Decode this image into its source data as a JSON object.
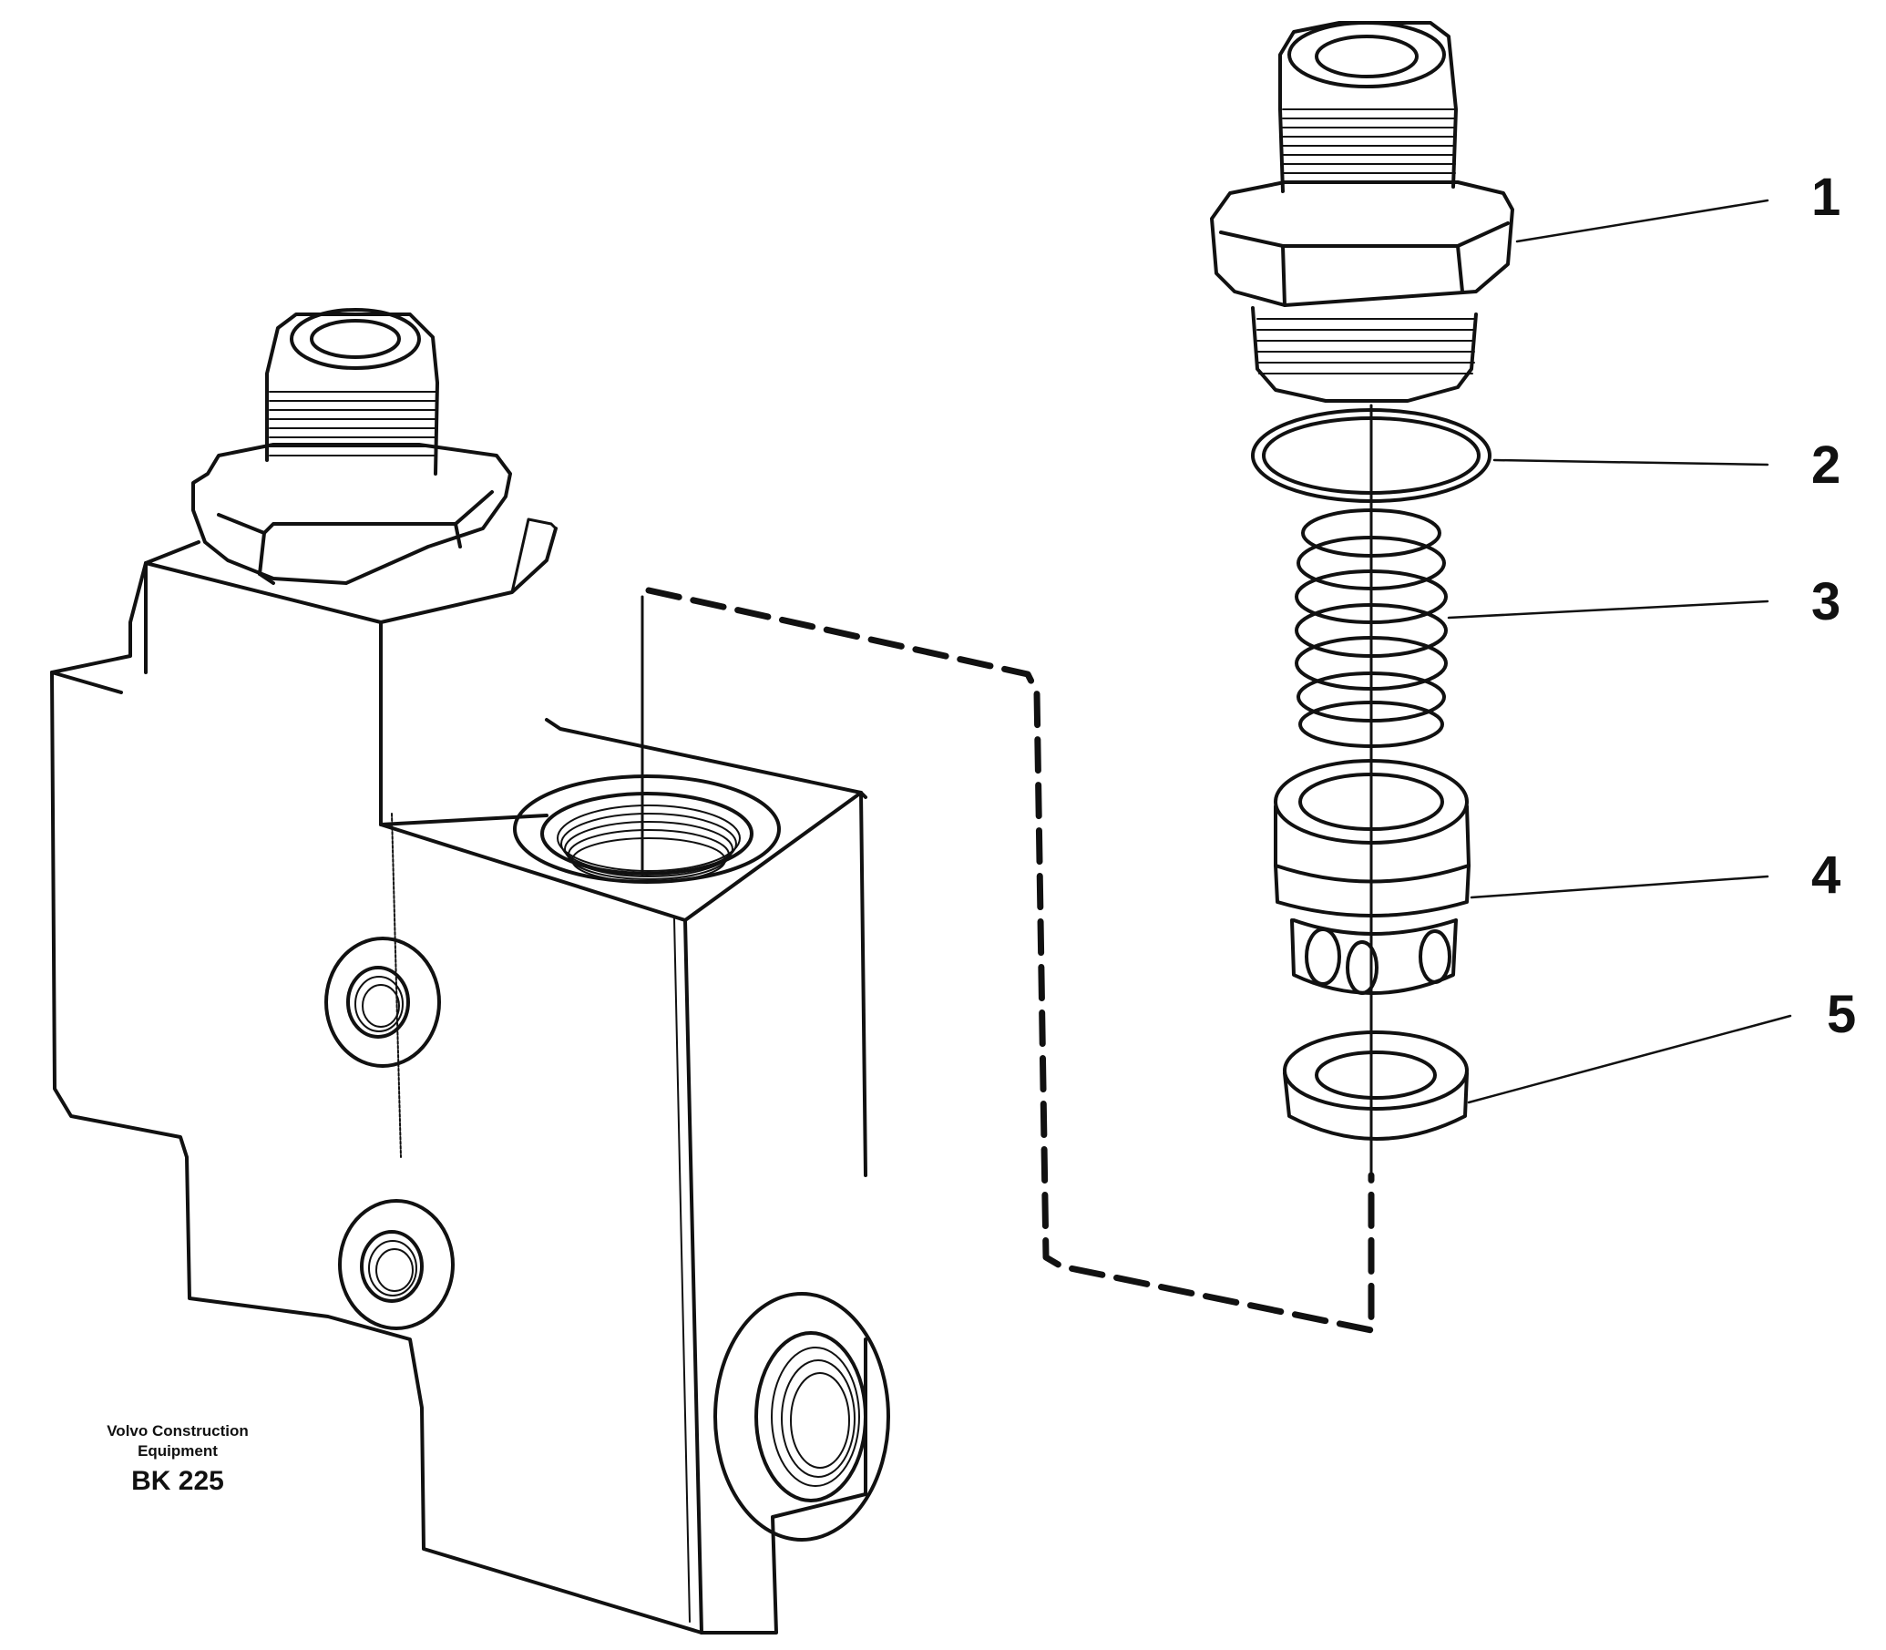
{
  "diagram": {
    "callouts": [
      {
        "id": "callout-1",
        "label": "1"
      },
      {
        "id": "callout-2",
        "label": "2"
      },
      {
        "id": "callout-3",
        "label": "3"
      },
      {
        "id": "callout-4",
        "label": "4"
      },
      {
        "id": "callout-5",
        "label": "5"
      }
    ]
  },
  "credit": {
    "line1": "Volvo Construction",
    "line2": "Equipment",
    "code": "BK 225"
  }
}
